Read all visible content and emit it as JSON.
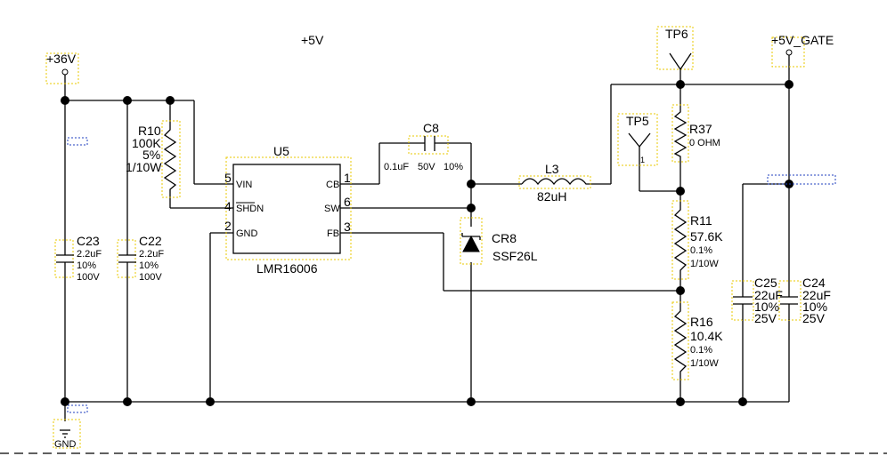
{
  "nets": {
    "v36": "+36V",
    "v5_top": "+5V",
    "v5_gate": "+5V_GATE",
    "gnd": "GND"
  },
  "test_points": {
    "tp6": "TP6",
    "tp5": "TP5",
    "tp5_pin": "1"
  },
  "ic": {
    "ref": "U5",
    "part": "LMR16006",
    "pins": [
      {
        "num": "5",
        "name": "VIN"
      },
      {
        "num": "4",
        "name": "SHDN"
      },
      {
        "num": "2",
        "name": "GND"
      },
      {
        "num": "1",
        "name": "CB"
      },
      {
        "num": "6",
        "name": "SW"
      },
      {
        "num": "3",
        "name": "FB"
      }
    ]
  },
  "components": {
    "r10": {
      "ref": "R10",
      "value": "100K",
      "tol": "5%",
      "power": "1/10W"
    },
    "c8": {
      "ref": "C8",
      "value": "0.1uF",
      "voltage": "50V",
      "tol": "10%"
    },
    "l3": {
      "ref": "L3",
      "value": "82uH"
    },
    "cr8": {
      "ref": "CR8",
      "value": "SSF26L"
    },
    "r37": {
      "ref": "R37",
      "value": "0 OHM"
    },
    "r11": {
      "ref": "R11",
      "value": "57.6K",
      "tol": "0.1%",
      "power": "1/10W"
    },
    "r16": {
      "ref": "R16",
      "value": "10.4K",
      "tol": "0.1%",
      "power": "1/10W"
    },
    "c23": {
      "ref": "C23",
      "value": "2.2uF",
      "tol": "10%",
      "voltage": "100V"
    },
    "c22": {
      "ref": "C22",
      "value": "2.2uF",
      "tol": "10%",
      "voltage": "100V"
    },
    "c25": {
      "ref": "C25",
      "value": "22uF",
      "tol": "10%",
      "voltage": "25V"
    },
    "c24": {
      "ref": "C24",
      "value": "22uF",
      "tol": "10%",
      "voltage": "25V"
    }
  },
  "colors": {
    "wire": "#000000",
    "selection": "#e8c800",
    "net_flag": "#1f3fbf"
  }
}
